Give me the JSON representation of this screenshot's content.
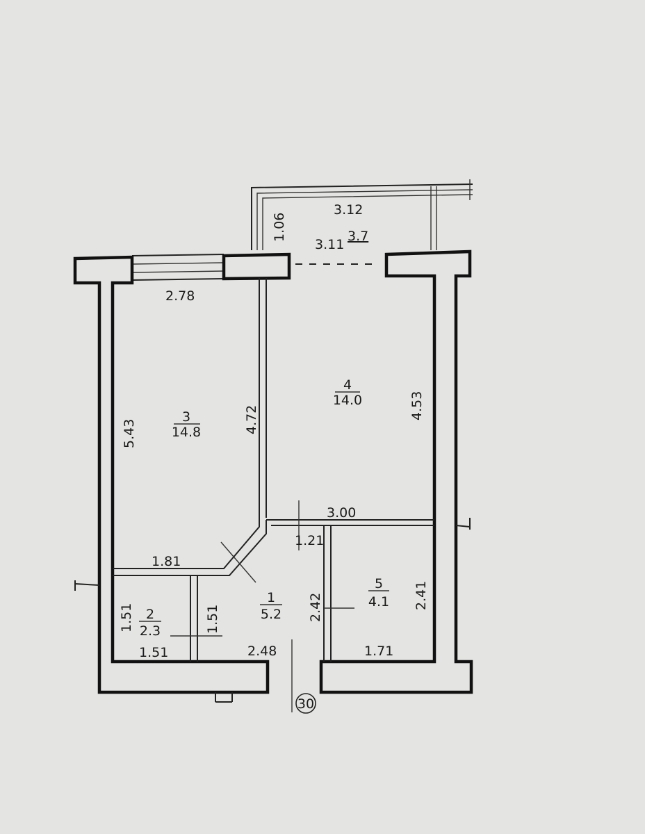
{
  "apartment_number": "30",
  "rooms": [
    {
      "number": "1",
      "area": "5.2"
    },
    {
      "number": "2",
      "area": "2.3"
    },
    {
      "number": "3",
      "area": "14.8"
    },
    {
      "number": "4",
      "area": "14.0"
    },
    {
      "number": "5",
      "area": "4.1"
    }
  ],
  "balcony": {
    "width": "3.12",
    "length": "3.11",
    "area": "3.7",
    "depth": "1.06"
  },
  "dimensions": {
    "room3_width": "2.78",
    "room3_length": "5.43",
    "room3_partition": "4.72",
    "room4_length": "4.53",
    "room4_width": "3.00",
    "hall_width": "1.81",
    "hall_depth": "1.21",
    "hall_height": "2.42",
    "hall_bottom": "2.48",
    "room2_left": "1.51",
    "room2_right": "1.51",
    "room2_bottom": "1.51",
    "room5_height": "2.41",
    "room5_bottom": "1.71"
  }
}
